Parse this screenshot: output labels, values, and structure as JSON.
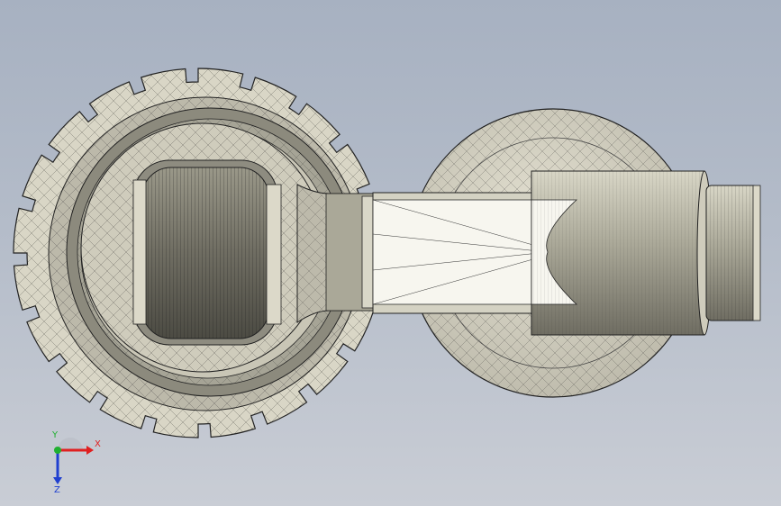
{
  "viewport": {
    "background_top": "#a7b1c1",
    "background_bottom": "#c9cdd5",
    "model_face_color": "#d9d6c6",
    "model_shadow_color": "#8a887c",
    "wire_color": "#1e1e1e",
    "highlight_color": "#f7f6ef"
  },
  "triad": {
    "x_label": "X",
    "y_label": "Y",
    "z_label": "Z",
    "x_color": "#e02020",
    "y_color": "#20b030",
    "z_color": "#2040d0"
  }
}
